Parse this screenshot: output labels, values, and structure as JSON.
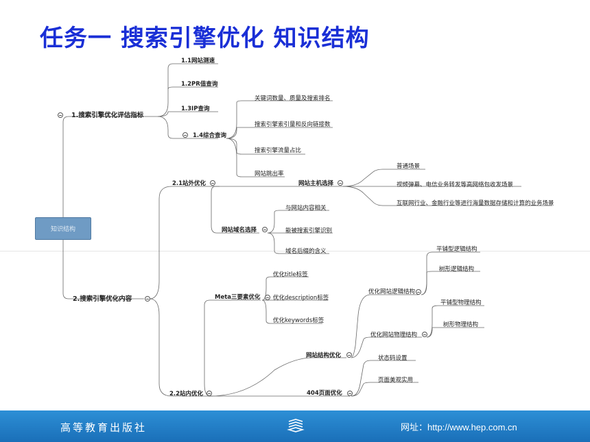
{
  "slide": {
    "title": "任务一  搜索引擎优化  知识结构"
  },
  "mindmap": {
    "root": "知识结构",
    "n1": "1.搜索引擎优化评估指标",
    "n1_1": "1.1网站测速",
    "n1_2": "1.2PR值查询",
    "n1_3": "1.3IP查询",
    "n1_4": "1.4综合查询",
    "n1_4_a": "关键词数量、质量及搜索排名",
    "n1_4_b": "搜索引擎索引量和反向链接数",
    "n1_4_c": "搜索引擎流量占比",
    "n1_4_d": "网站跳出率",
    "n2": "2.搜索引擎优化内容",
    "n2_1": "2.1站外优化",
    "n2_1_host": "网站主机选择",
    "n2_1_host_a": "普通场景",
    "n2_1_host_b": "视频弹幕、电信业务转发等高网络包收发场景",
    "n2_1_host_c": "互联网行业、金融行业等进行海量数据存储和计算的业务场景",
    "n2_1_domain": "网站域名选择",
    "n2_1_domain_a": "与网站内容相关",
    "n2_1_domain_b": "能被搜索引擎识别",
    "n2_1_domain_c": "域名后缀的含义",
    "n2_2": "2.2站内优化",
    "n2_2_meta": "Meta三要素优化",
    "n2_2_meta_a": "优化title标签",
    "n2_2_meta_b": "优化description标签",
    "n2_2_meta_c": "优化keywords标签",
    "n2_2_struct": "网站结构优化",
    "n2_2_logic": "优化网站逻辑结构",
    "n2_2_logic_a": "平铺型逻辑结构",
    "n2_2_logic_b": "树形逻辑结构",
    "n2_2_phys": "优化网站物理结构",
    "n2_2_phys_a": "平铺型物理结构",
    "n2_2_phys_b": "树形物理结构",
    "n2_2_404": "404页面优化",
    "n2_2_404_a": "状态码设置",
    "n2_2_404_b": "页面美观实用"
  },
  "footer": {
    "publisher": "高等教育出版社",
    "url": "网址：http://www.hep.com.cn"
  }
}
